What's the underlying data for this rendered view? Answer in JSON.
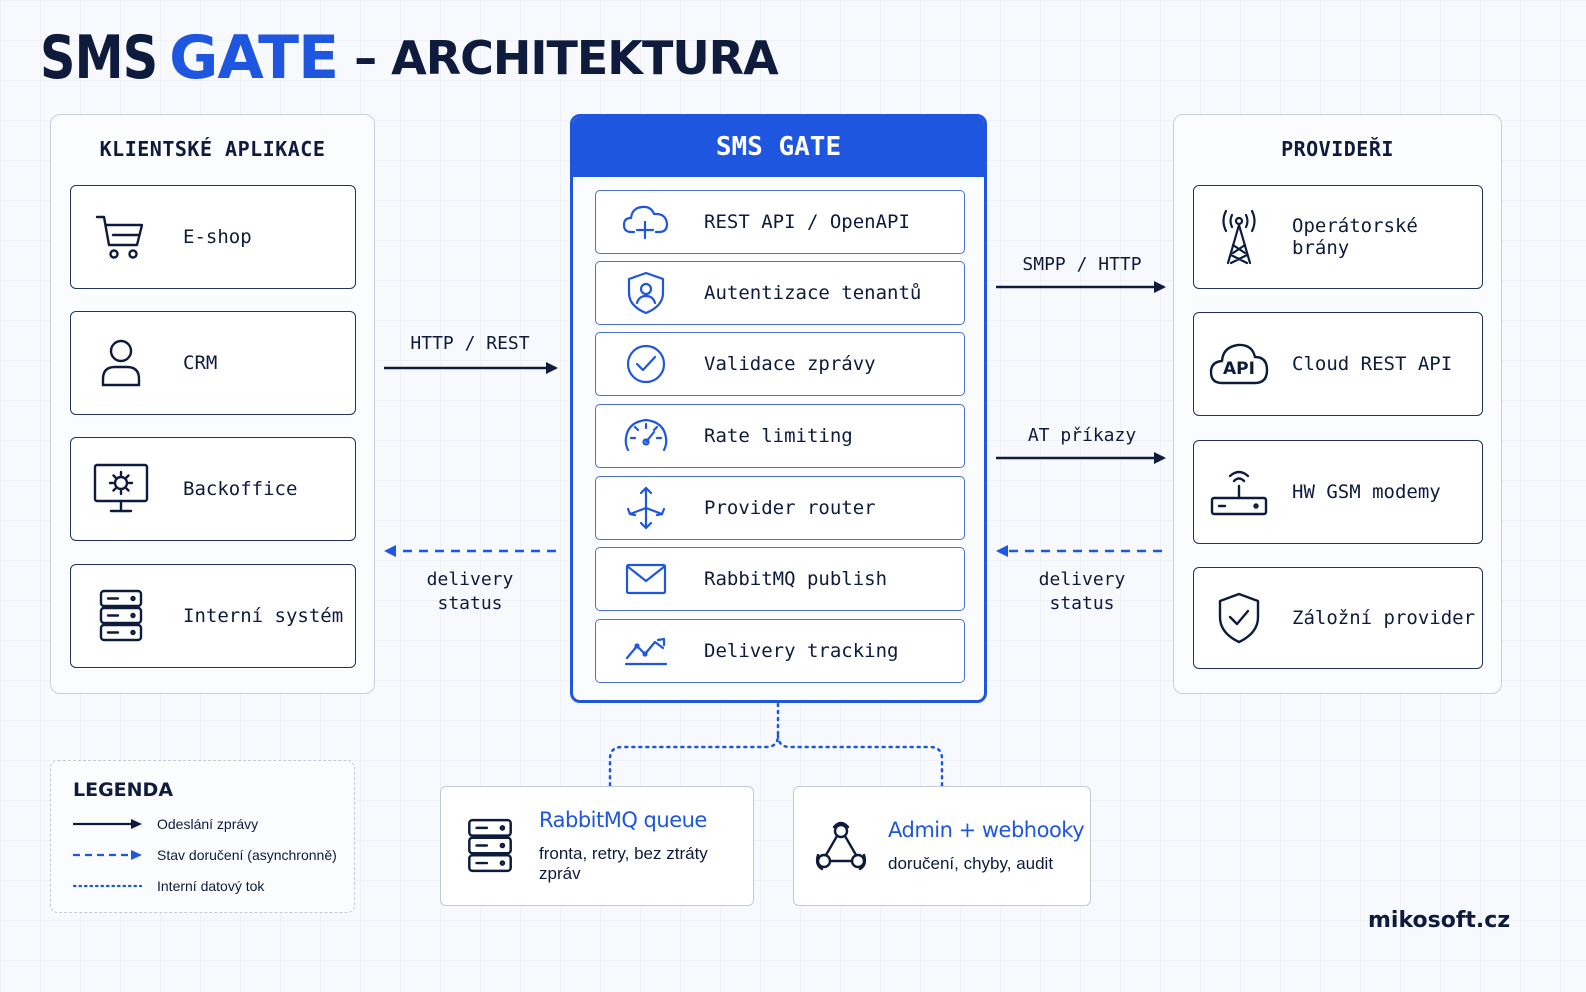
{
  "title": {
    "part1": "SMS",
    "part2": "GATE",
    "part3": "– ARCHITEKTURA"
  },
  "clients": {
    "title": "KLIENTSKÉ APLIKACE",
    "items": [
      {
        "label": "E-shop",
        "icon": "shopping-cart-icon"
      },
      {
        "label": "CRM",
        "icon": "user-icon"
      },
      {
        "label": "Backoffice",
        "icon": "monitor-gear-icon"
      },
      {
        "label": "Interní systém",
        "icon": "server-stack-icon"
      }
    ]
  },
  "gate": {
    "title": "SMS GATE",
    "items": [
      {
        "label": "REST API / OpenAPI",
        "icon": "cloud-plus-icon"
      },
      {
        "label": "Autentizace tenantů",
        "icon": "shield-user-icon"
      },
      {
        "label": "Validace zprávy",
        "icon": "check-circle-icon"
      },
      {
        "label": "Rate limiting",
        "icon": "speedometer-icon"
      },
      {
        "label": "Provider router",
        "icon": "router-arrows-icon"
      },
      {
        "label": "RabbitMQ publish",
        "icon": "envelope-icon"
      },
      {
        "label": "Delivery tracking",
        "icon": "trend-chart-icon"
      }
    ]
  },
  "providers": {
    "title": "PROVIDEŘI",
    "items": [
      {
        "label": "Operátorské brány",
        "icon": "antenna-tower-icon"
      },
      {
        "label": "Cloud REST API",
        "icon": "cloud-api-icon"
      },
      {
        "label": "HW GSM modemy",
        "icon": "modem-icon"
      },
      {
        "label": "Záložní provider",
        "icon": "shield-check-icon"
      }
    ],
    "api_badge": "API"
  },
  "arrows": {
    "client_to_gate": "HTTP / REST",
    "gate_to_client": "delivery\nstatus",
    "gate_to_provider_1": "SMPP / HTTP",
    "gate_to_provider_2": "AT příkazy",
    "provider_to_gate": "delivery\nstatus"
  },
  "legend": {
    "title": "LEGENDA",
    "items": [
      {
        "label": "Odeslání zprávy",
        "style": "solid"
      },
      {
        "label": "Stav doručení (asynchronně)",
        "style": "dashed"
      },
      {
        "label": "Interní datový tok",
        "style": "dotted"
      }
    ]
  },
  "bottom": [
    {
      "title": "RabbitMQ queue",
      "subtitle": "fronta, retry, bez ztráty zpráv",
      "icon": "server-stack-icon"
    },
    {
      "title": "Admin + webhooky",
      "subtitle": "doručení, chyby, audit",
      "icon": "webhook-icon"
    }
  ],
  "brand": "mikosoft.cz",
  "colors": {
    "accent": "#1f56e0",
    "ink": "#0f1b3d",
    "border": "#c9d0dc"
  }
}
